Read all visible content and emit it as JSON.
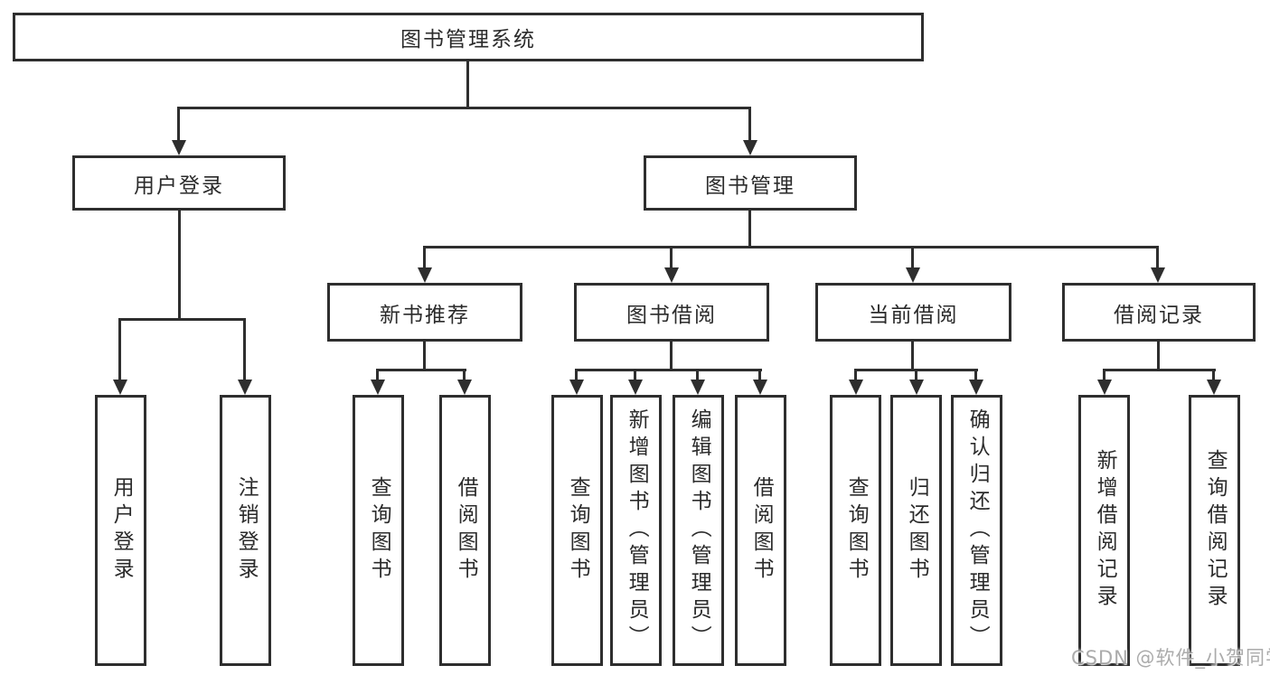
{
  "diagram_title": "图书管理系统",
  "structure": {
    "label": "图书管理系统",
    "children": [
      {
        "label": "用户登录",
        "children": [
          {
            "label": "用户登录"
          },
          {
            "label": "注销登录"
          }
        ]
      },
      {
        "label": "图书管理",
        "children": [
          {
            "label": "新书推荐",
            "children": [
              {
                "label": "查询图书"
              },
              {
                "label": "借阅图书"
              }
            ]
          },
          {
            "label": "图书借阅",
            "children": [
              {
                "label": "查询图书"
              },
              {
                "label": "新增图书（管理员）"
              },
              {
                "label": "编辑图书（管理员）"
              },
              {
                "label": "借阅图书"
              }
            ]
          },
          {
            "label": "当前借阅",
            "children": [
              {
                "label": "查询图书"
              },
              {
                "label": "归还图书"
              },
              {
                "label": "确认归还（管理员）"
              }
            ]
          },
          {
            "label": "借阅记录",
            "children": [
              {
                "label": "新增借阅记录"
              },
              {
                "label": "查询借阅记录"
              }
            ]
          }
        ]
      }
    ]
  },
  "watermark": {
    "text": "CSDN @软件_小贺同学",
    "color": "#b8b8b8"
  },
  "colors": {
    "background": "#ffffff",
    "line": "#2e2e2e",
    "box_border": "#2e2e2e",
    "text": "#2b2b2b"
  }
}
